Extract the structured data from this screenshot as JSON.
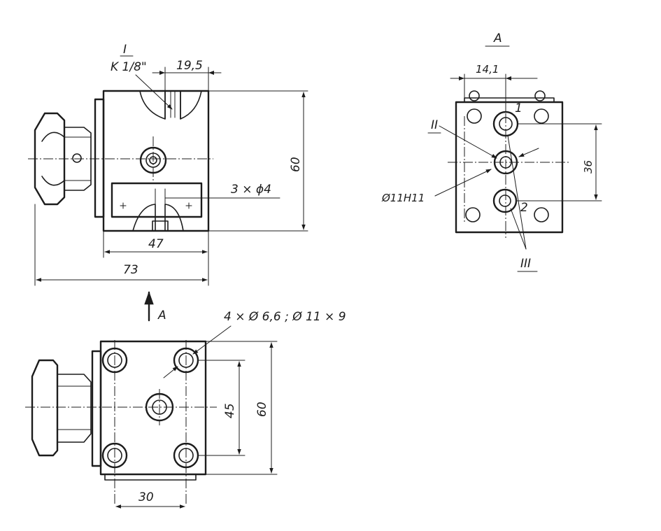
{
  "labels": {
    "section_I": "I",
    "thread": "K 1/8\"",
    "dim_19_5": "19,5",
    "dim_60_front": "60",
    "dim_3xphi4": "3 × ϕ4",
    "dim_47": "47",
    "dim_73": "73",
    "view_arrow_A": "A",
    "holes_spec": "4 × Ø 6,6 ; Ø 11 × 9",
    "dim_45": "45",
    "dim_60_bottom": "60",
    "dim_30": "30",
    "view_A_title": "A",
    "dim_14_1": "14,1",
    "label_II": "II",
    "label_1": "1",
    "fit_phi11H11": "Ø11H11",
    "dim_36": "36",
    "label_2": "2",
    "label_III": "III"
  }
}
